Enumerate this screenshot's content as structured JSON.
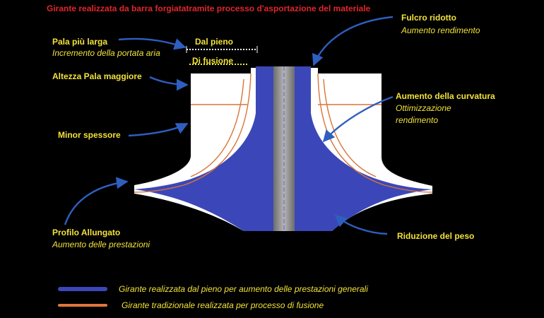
{
  "title": "Girante realizzata da barra forgiatatramite processo d'asportazione del materiale",
  "labels": {
    "pala_piu_larga": "Pala più larga",
    "incremento_portata": "Incremento della portata aria",
    "dal_pieno": "Dal pieno",
    "di_fusione": "Di fusione",
    "altezza_pala": "Altezza Pala maggiore",
    "minor_spessore": "Minor spessore",
    "profilo_allungato": "Profilo Allungato",
    "aumento_prestazioni": "Aumento delle prestazioni",
    "fulcro_ridotto": "Fulcro ridotto",
    "aumento_rendimento": "Aumento rendimento",
    "aumento_curvatura": "Aumento della curvatura",
    "ottimizzazione": "Ottimizzazione",
    "rendimento": "rendimento",
    "riduzione_peso": "Riduzione del peso"
  },
  "legend": [
    {
      "text": "Girante realizzata dal pieno per aumento delle prestazioni generali",
      "color": "#3b47b8"
    },
    {
      "text": "Girante tradizionale realizzata per processo di fusione",
      "color": "#e2763a"
    }
  ],
  "colors": {
    "title": "#e0262a",
    "label": "#f2e23a",
    "blue": "#3b47b8",
    "orange": "#d9743a",
    "arrow": "#2e5fc0",
    "shaft": "#8c8c8c"
  }
}
